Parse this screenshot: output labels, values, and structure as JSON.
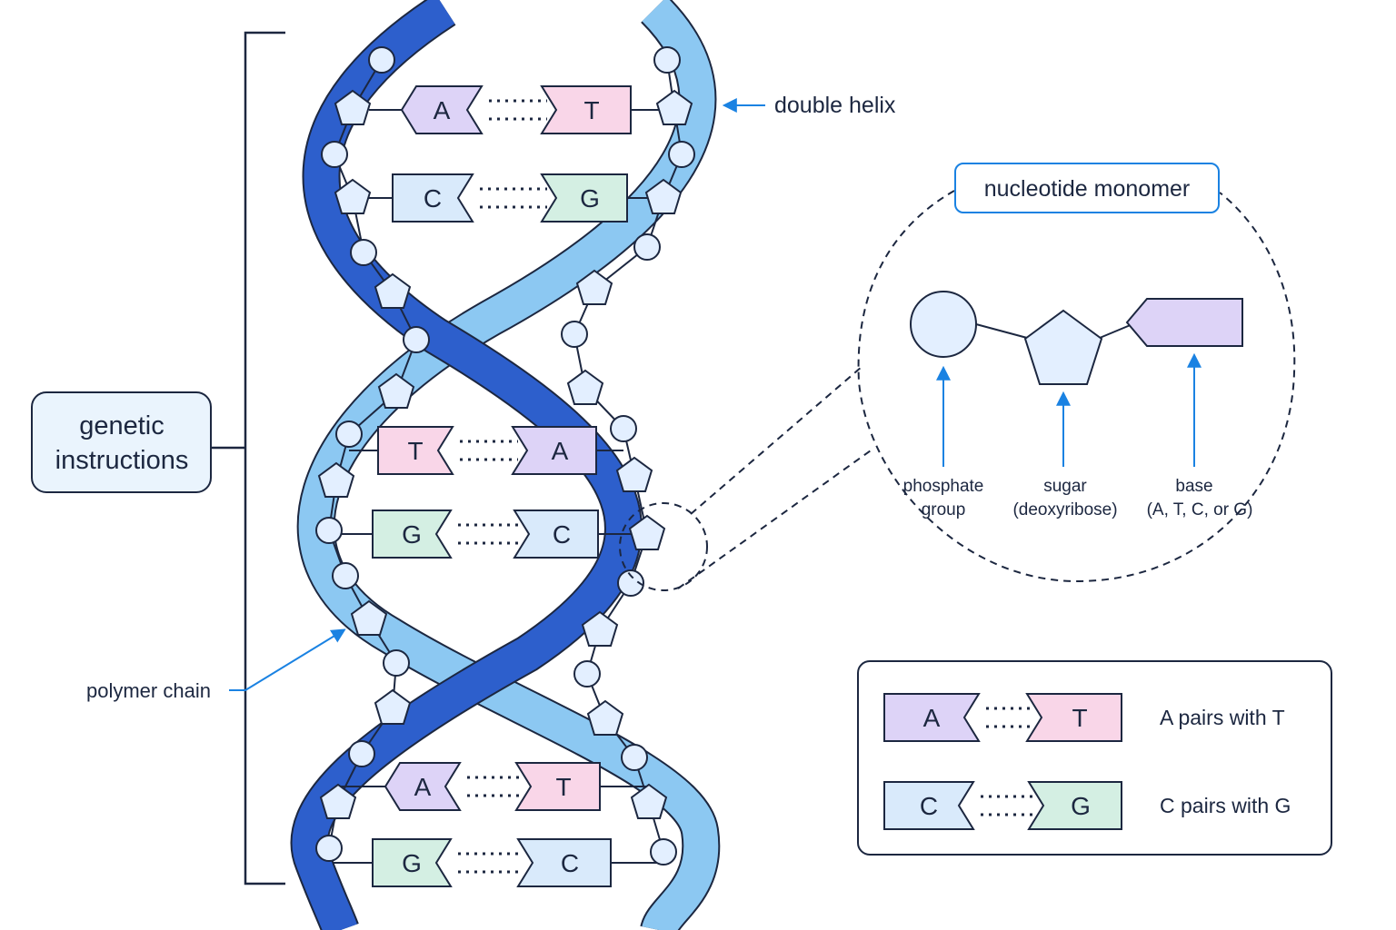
{
  "labels": {
    "genetic_line1": "genetic",
    "genetic_line2": "instructions",
    "double_helix": "double helix",
    "polymer_chain": "polymer chain",
    "monomer_title": "nucleotide monomer",
    "phosphate_line1": "phosphate",
    "phosphate_line2": "group",
    "sugar_line1": "sugar",
    "sugar_line2": "(deoxyribose)",
    "base_line1": "base",
    "base_line2": "(A, T, C, or G)"
  },
  "base_pairs": [
    {
      "left": "A",
      "right": "T"
    },
    {
      "left": "C",
      "right": "G"
    },
    {
      "left": "T",
      "right": "A"
    },
    {
      "left": "G",
      "right": "C"
    },
    {
      "left": "A",
      "right": "T"
    },
    {
      "left": "G",
      "right": "C"
    }
  ],
  "legend": [
    {
      "left": "A",
      "right": "T",
      "text": "A pairs with T"
    },
    {
      "left": "C",
      "right": "G",
      "text": "C pairs with G"
    }
  ],
  "colors": {
    "A": "#ddd3f7",
    "T": "#f9d6e8",
    "C": "#d9eafb",
    "G": "#d4efe3",
    "strand_dark": "#2d5fcc",
    "strand_light": "#8cc8f2",
    "outline": "#1c2740",
    "node_fill": "#e3efff",
    "accent": "#1a82e2"
  },
  "icons": [
    "phosphate-circle-icon",
    "sugar-pentagon-icon",
    "base-tag-icon"
  ]
}
